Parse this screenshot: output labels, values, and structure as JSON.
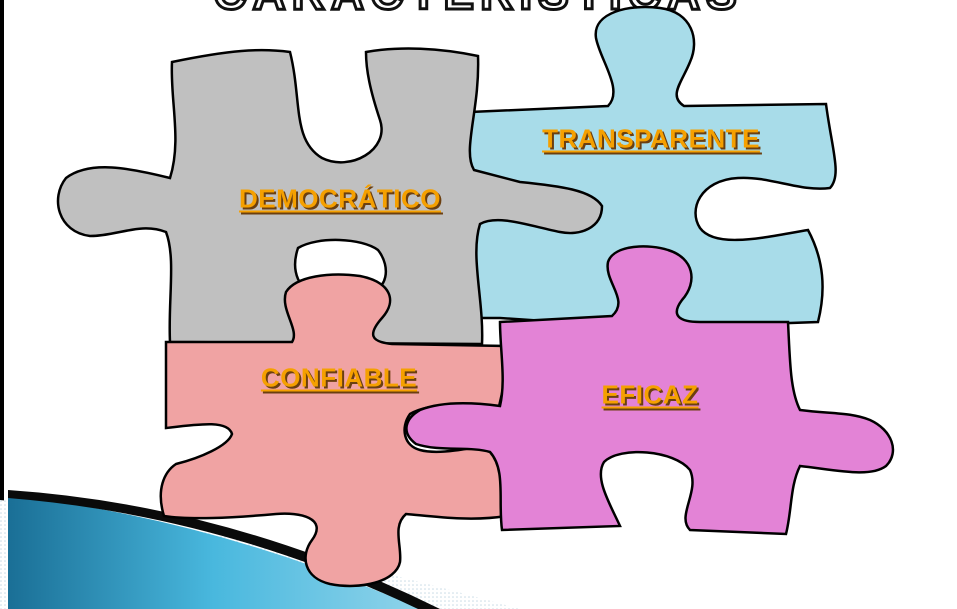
{
  "slide": {
    "title_partial": "CARACTERÍSTICAS",
    "pieces": [
      {
        "id": "democratico",
        "label": "DEMOCRÁTICO",
        "fill": "#c0c0c0"
      },
      {
        "id": "transparente",
        "label": "TRANSPARENTE",
        "fill": "#a8dce9"
      },
      {
        "id": "confiable",
        "label": "CONFIABLE",
        "fill": "#f0a3a3"
      },
      {
        "id": "eficaz",
        "label": "EFICAZ",
        "fill": "#e383d6"
      }
    ]
  },
  "colors": {
    "label_text": "#f5a000",
    "label_shadow": "#6b3f10",
    "outline": "#000000",
    "swoosh_dark": "#0a0a0a",
    "swoosh_blue": "#1f7fa8"
  }
}
